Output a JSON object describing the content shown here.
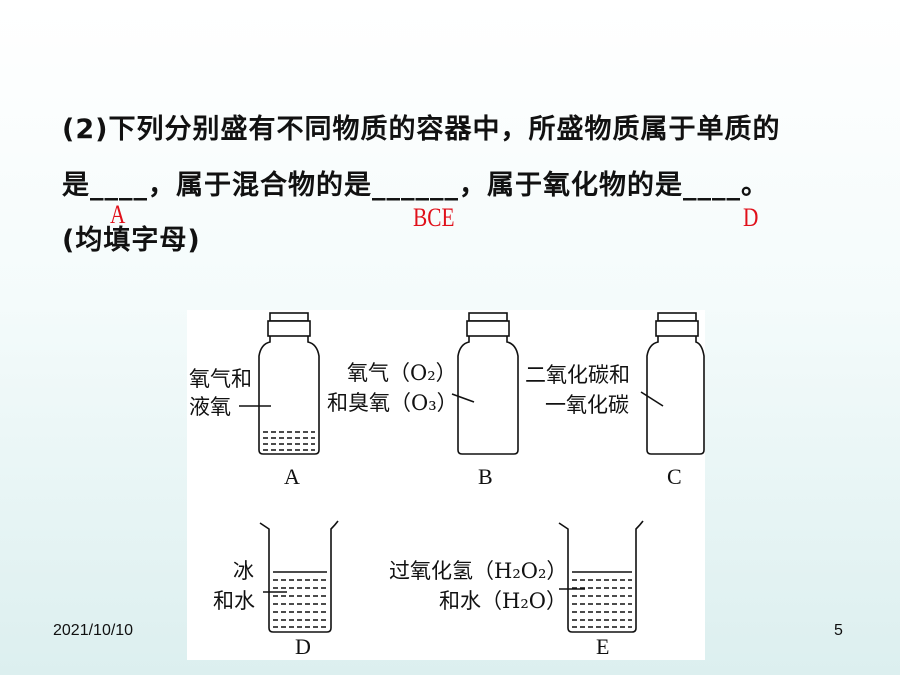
{
  "question": {
    "line1": "(2)下列分别盛有不同物质的容器中，所盛物质属于单质的",
    "line2": "是____，属于混合物的是______，属于氧化物的是____。",
    "line3": "(均填字母)"
  },
  "answers": {
    "a1": "A",
    "a2": "BCE",
    "a3": "D"
  },
  "figure": {
    "A": {
      "label1": "氧气和",
      "label2": "液氧",
      "letter": "A"
    },
    "B": {
      "label1": "氧气（O₂）",
      "label2": "和臭氧（O₃）",
      "letter": "B"
    },
    "C": {
      "label1": "二氧化碳和",
      "label2": "一氧化碳",
      "letter": "C"
    },
    "D": {
      "label1": "冰",
      "label2": "和水",
      "letter": "D"
    },
    "E": {
      "label1": "过氧化氢（H₂O₂）",
      "label2": "和水（H₂O）",
      "letter": "E"
    }
  },
  "footer": {
    "date": "2021/10/10",
    "page": "5"
  },
  "colors": {
    "answer": "#e0101a"
  }
}
